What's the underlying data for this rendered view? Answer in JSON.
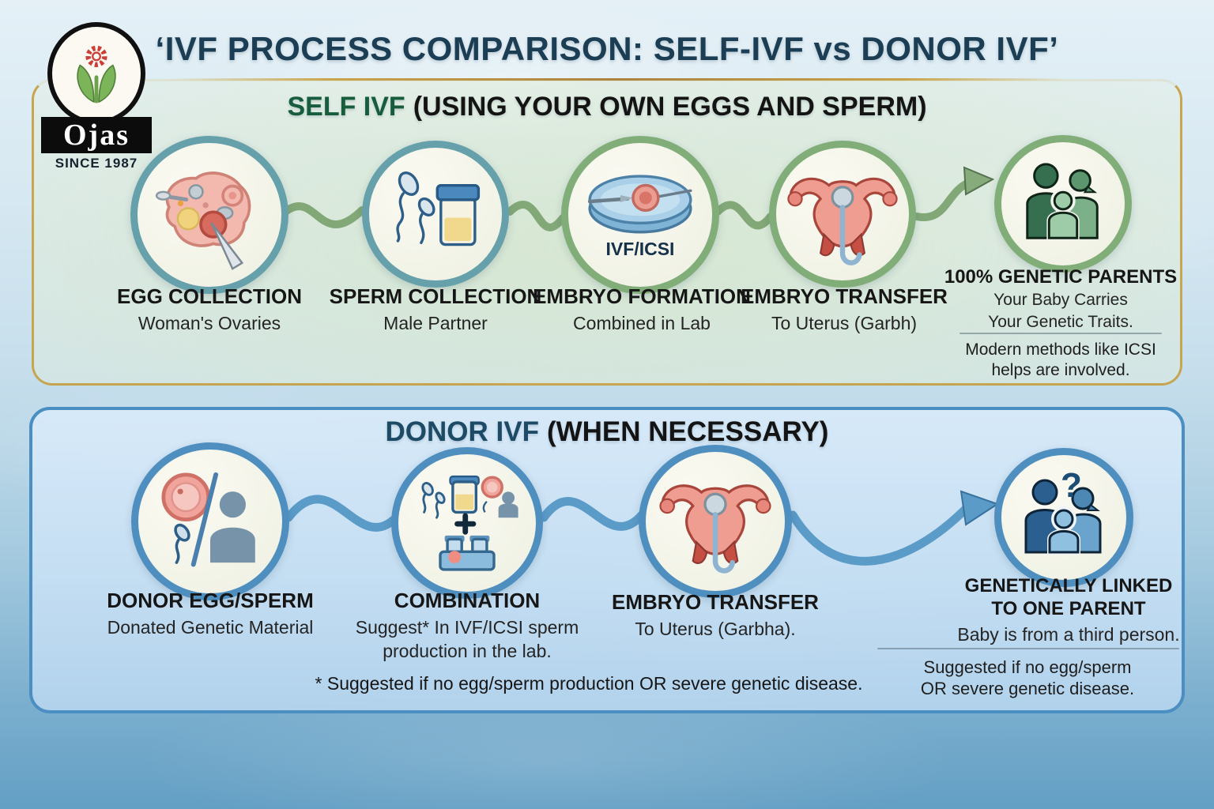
{
  "logo": {
    "name": "Ojas",
    "since": "SINCE 1987",
    "icon": "sun-leaves-icon"
  },
  "title": "‘IVF PROCESS COMPARISON: SELF-IVF vs DONOR IVF’",
  "self_section": {
    "heading_strong": "SELF IVF",
    "heading_rest": "(USING YOUR OWN EGGS AND SPERM)",
    "steps": [
      {
        "title": "EGG COLLECTION",
        "subtitle": "Woman's Ovaries",
        "icon": "ovary-needle-icon"
      },
      {
        "title": "SPERM COLLECTION",
        "subtitle": "Male Partner",
        "icon": "sperm-specimen-cup-icon"
      },
      {
        "title": "EMBRYO FORMATION",
        "subtitle": "Combined in Lab",
        "badge": "IVF/ICSI",
        "icon": "petri-dish-embryo-icon"
      },
      {
        "title": "EMBRYO TRANSFER",
        "subtitle": "To Uterus (Garbh)",
        "icon": "uterus-catheter-icon"
      },
      {
        "title": "100% GENETIC PARENTS",
        "line1": "Your Baby Carries",
        "line2": "Your Genetic Traits.",
        "note1": "Modern methods like ICSI",
        "note2": "helps are involved.",
        "icon": "genetic-parents-family-icon"
      }
    ]
  },
  "donor_section": {
    "heading_strong": "DONOR IVF",
    "heading_rest": "(WHEN NECESSARY)",
    "steps": [
      {
        "title": "DONOR EGG/SPERM",
        "subtitle": "Donated Genetic Material",
        "icon": "donor-egg-sperm-person-icon"
      },
      {
        "title": "COMBINATION",
        "line1": "Suggest* In IVF/ICSI sperm",
        "line2": "production in the lab.",
        "icon": "lab-combination-icon"
      },
      {
        "title": "EMBRYO TRANSFER",
        "subtitle": "To Uterus (Garbha).",
        "icon": "uterus-catheter-icon"
      },
      {
        "title_line1": "GENETICALLY LINKED",
        "title_line2": "TO ONE PARENT",
        "subtitle": "Baby is from a third person.",
        "note1": "Suggested if no egg/sperm",
        "note2": "OR severe genetic disease.",
        "icon": "donor-family-question-icon"
      }
    ],
    "footnote": "* Suggested if no egg/sperm production OR severe genetic disease."
  },
  "colors": {
    "title_text": "#1c3e55",
    "self_accent": "#175c3d",
    "donor_accent": "#1d4b66",
    "self_panel_border": "#c8a44e",
    "donor_panel_border": "#4a8ec2",
    "self_connector": "#83a878",
    "donor_connector": "#5b9bc8",
    "self_circle_border_teal": "#66a0aa",
    "self_circle_border_green": "#80ad78",
    "donor_circle_border": "#4f8fc0"
  }
}
